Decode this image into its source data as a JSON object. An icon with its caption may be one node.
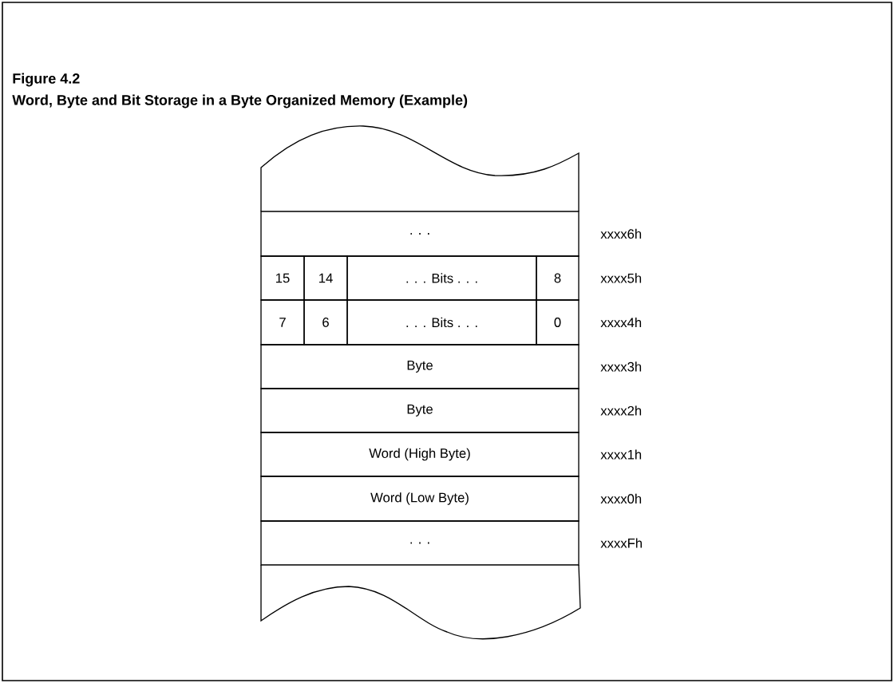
{
  "diagram": {
    "title": "Figure 4.2",
    "caption": "Word, Byte and Bit Storage in a Byte Organized Memory (Example)",
    "nodes": [
      {
        "text": [
          ". . ."
        ]
      },
      {
        "text": [
          "15"
        ]
      },
      {
        "text": [
          "14"
        ]
      },
      {
        "text": [
          ". . . Bits . . ."
        ]
      },
      {
        "text": [
          "8"
        ]
      },
      {
        "text": [
          "7"
        ]
      },
      {
        "text": [
          "6"
        ]
      },
      {
        "text": [
          ". . . Bits . . ."
        ]
      },
      {
        "text": [
          "0"
        ]
      },
      {
        "text": [
          "Byte"
        ]
      },
      {
        "text": [
          "Byte"
        ]
      },
      {
        "text": [
          "Word (High Byte)"
        ]
      },
      {
        "text": [
          "Word (Low Byte)"
        ]
      },
      {
        "text": [
          ". . ."
        ]
      }
    ],
    "labels": [
      "xxxx6h",
      "xxxx5h",
      "xxxx4h",
      "xxxx3h",
      "xxxx2h",
      "xxxx1h",
      "xxxx0h",
      "xxxxFh"
    ]
  }
}
